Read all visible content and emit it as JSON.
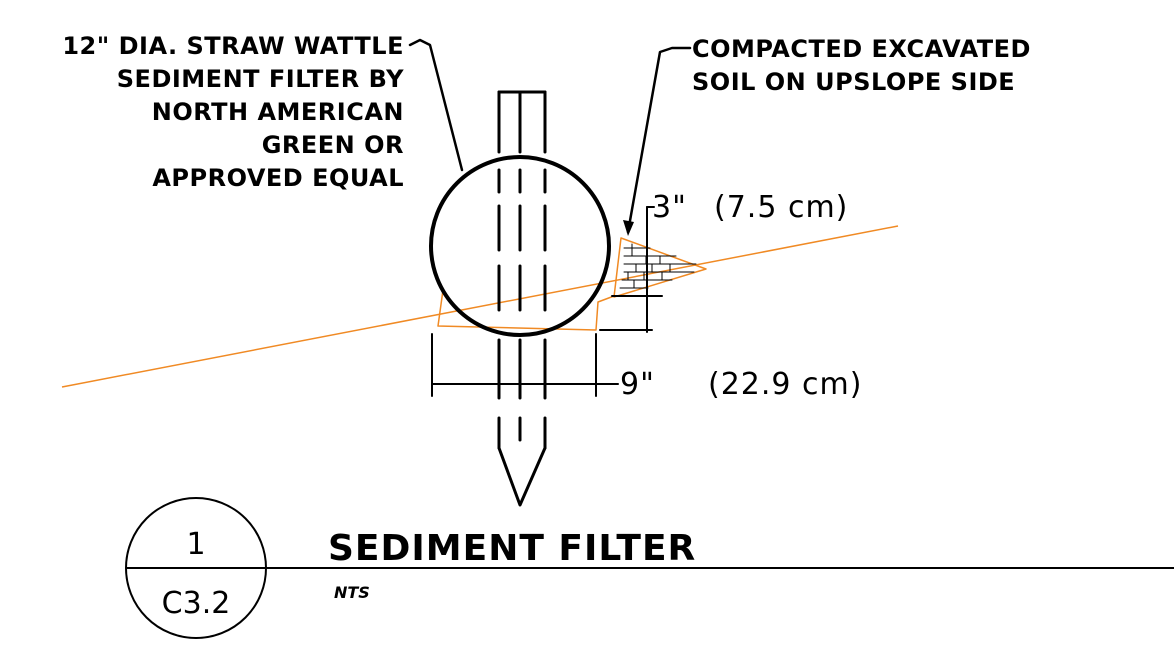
{
  "detail": {
    "callout_wattle": [
      "12\" DIA. STRAW WATTLE",
      "SEDIMENT FILTER BY",
      "NORTH AMERICAN",
      "GREEN OR",
      "APPROVED EQUAL"
    ],
    "callout_soil": [
      "COMPACTED EXCAVATED",
      "SOIL ON UPSLOPE SIDE"
    ],
    "dim_height": {
      "imperial": "3\"",
      "metric": "(7.5 cm)"
    },
    "dim_width": {
      "imperial": "9\"",
      "metric": "(22.9 cm)"
    }
  },
  "title_block": {
    "detail_number": "1",
    "sheet_number": "C3.2",
    "title": "SEDIMENT FILTER",
    "scale": "NTS"
  },
  "colors": {
    "linework": "#000000",
    "ground_line": "#f08a24"
  }
}
